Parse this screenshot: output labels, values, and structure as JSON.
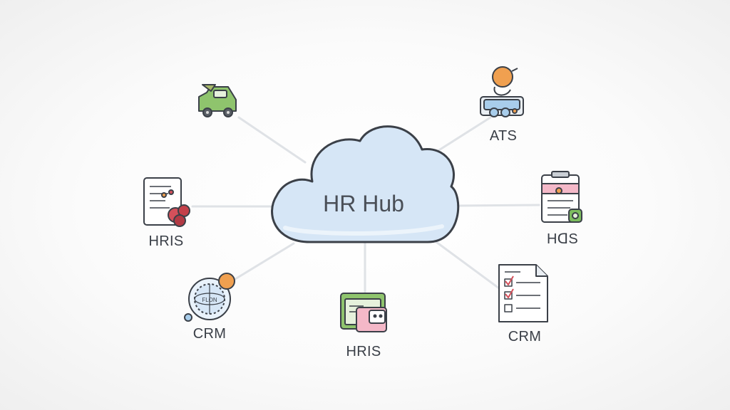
{
  "hub": {
    "label": "HR Hub"
  },
  "nodes": [
    {
      "id": "car",
      "label": "",
      "icon": "car-icon"
    },
    {
      "id": "ats",
      "label": "ATS",
      "icon": "ats-person-device-icon"
    },
    {
      "id": "hris-left",
      "label": "HRIS",
      "icon": "hris-document-icon"
    },
    {
      "id": "hds",
      "label": "HᗡS",
      "icon": "clipboard-badge-icon"
    },
    {
      "id": "crm-left",
      "label": "CRM",
      "icon": "crm-globe-icon"
    },
    {
      "id": "hris-bottom",
      "label": "HRIS",
      "icon": "hris-screen-icon"
    },
    {
      "id": "crm-right",
      "label": "CRM",
      "icon": "checklist-document-icon"
    }
  ],
  "colors": {
    "cloud_fill": "#d6e6f6",
    "cloud_stroke": "#3b4048",
    "connector": "#dfe2e6",
    "green": "#7cbd5e",
    "orange": "#f0a050",
    "red": "#d4505a",
    "pink": "#f4b8c8",
    "blue": "#a8cdeb"
  }
}
